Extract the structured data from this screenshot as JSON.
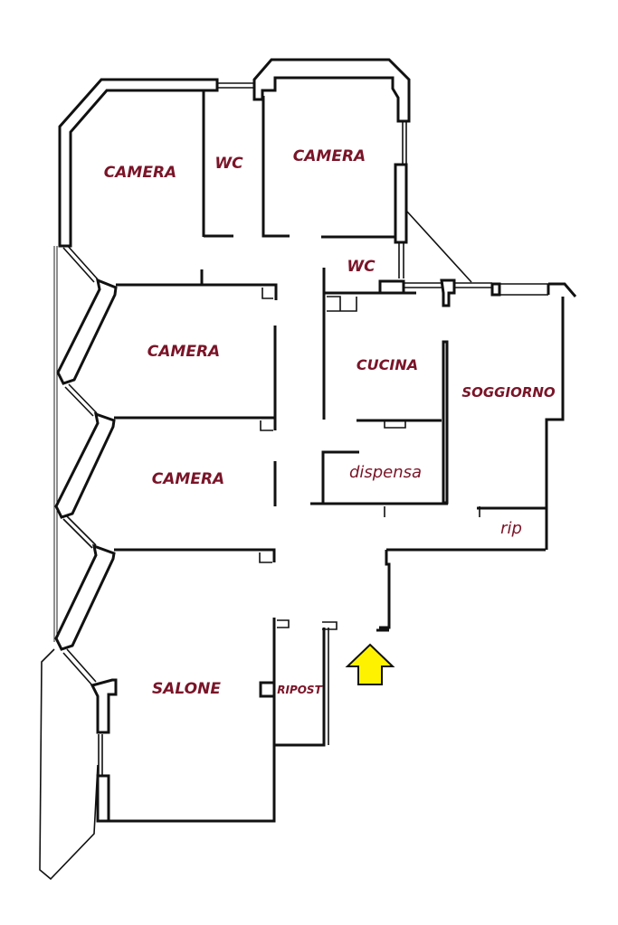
{
  "plan": {
    "label_color": "#7a1428",
    "entrance_arrow_color": "#fff200",
    "rooms": {
      "camera_1": "CAMERA",
      "wc_1": "WC",
      "camera_2": "CAMERA",
      "wc_2": "WC",
      "camera_3": "CAMERA",
      "cucina": "CUCINA",
      "soggiorno": "SOGGIORNO",
      "camera_4": "CAMERA",
      "dispensa": "dispensa",
      "rip": "rip",
      "salone": "SALONE",
      "ripost": "RIPOST"
    },
    "entrance": {
      "icon": "arrow-up-icon",
      "direction": "up"
    }
  }
}
